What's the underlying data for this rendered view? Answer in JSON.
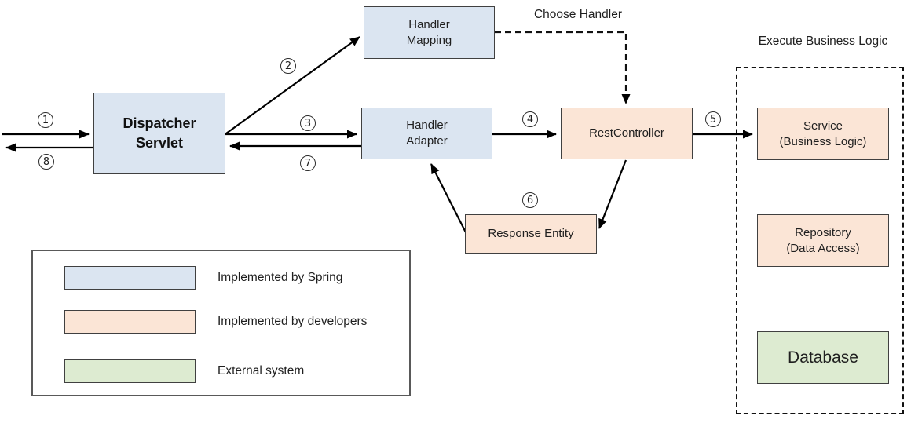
{
  "nodes": {
    "dispatcher_servlet": {
      "line1": "Dispatcher",
      "line2": "Servlet"
    },
    "handler_mapping": {
      "line1": "Handler",
      "line2": "Mapping"
    },
    "handler_adapter": {
      "line1": "Handler",
      "line2": "Adapter"
    },
    "rest_controller": {
      "line1": "RestController"
    },
    "response_entity": {
      "line1": "Response Entity"
    },
    "service": {
      "line1": "Service",
      "line2": "(Business Logic)"
    },
    "repository": {
      "line1": "Repository",
      "line2": "(Data Access)"
    },
    "database": {
      "line1": "Database"
    }
  },
  "annotations": {
    "choose_handler": "Choose Handler",
    "execute_business_logic": "Execute Business Logic"
  },
  "steps": [
    "1",
    "2",
    "3",
    "4",
    "5",
    "6",
    "7",
    "8"
  ],
  "legend": {
    "items": [
      {
        "label": "Implemented by Spring",
        "color": "#dbe5f1"
      },
      {
        "label": "Implemented by developers",
        "color": "#fbe5d6"
      },
      {
        "label": "External system",
        "color": "#ddebd1"
      }
    ]
  },
  "colors": {
    "spring": "#dbe5f1",
    "developers": "#fbe5d6",
    "external": "#ddebd1",
    "node_border": "#404040",
    "arrow": "#000000"
  }
}
